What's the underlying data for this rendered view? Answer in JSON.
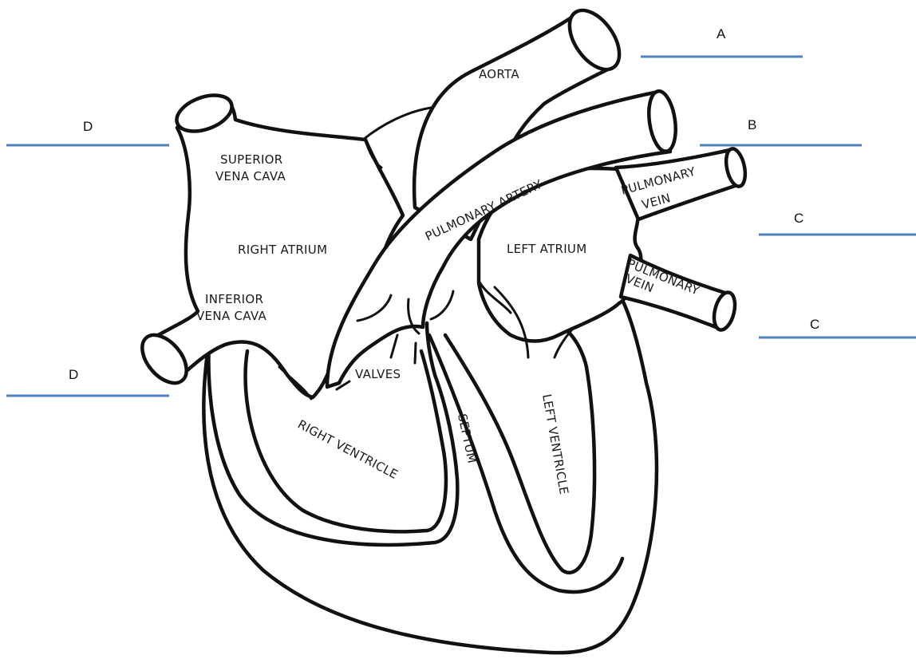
{
  "diagram": {
    "structures": {
      "aorta": "AORTA",
      "superior_vena_cava_1": "SUPERIOR",
      "superior_vena_cava_2": "VENA CAVA",
      "right_atrium": "RIGHT ATRIUM",
      "inferior_vena_cava_1": "INFERIOR",
      "inferior_vena_cava_2": "VENA CAVA",
      "pulmonary_artery": "PULMONARY ARTERY",
      "left_atrium": "LEFT ATRIUM",
      "pulmonary_vein_upper_1": "PULMONARY",
      "pulmonary_vein_upper_2": "VEIN",
      "pulmonary_vein_lower_1": "PULMONARY",
      "pulmonary_vein_lower_2": "VEIN",
      "valves": "VALVES",
      "right_ventricle": "RIGHT VENTRICLE",
      "septum": "SEPTUM",
      "left_ventricle": "LEFT VENTRICLE"
    },
    "answer_letters": {
      "aorta_blank": "A",
      "pulmonary_artery_blank": "B",
      "upper_vein_blank": "C",
      "lower_vein_blank": "C",
      "superior_vena_cava_blank": "D",
      "inferior_vena_cava_blank": "D"
    },
    "line_color": "#4f81bd",
    "outline_color": "#111111"
  }
}
